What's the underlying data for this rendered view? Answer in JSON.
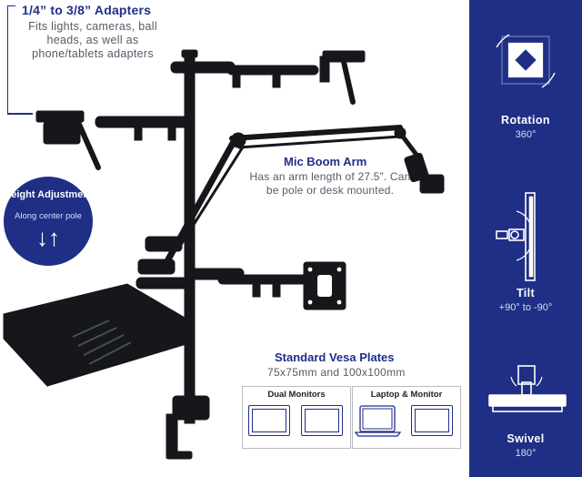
{
  "adapters": {
    "title": "1/4” to 3/8” Adapters",
    "desc": "Fits lights, cameras, ball heads, as well as phone/tablets adapters"
  },
  "height": {
    "title": "Height Adjustment",
    "sub": "Along center pole",
    "arrows": "↓↑"
  },
  "mic_arm": {
    "title": "Mic Boom Arm",
    "desc": "Has an arm length of 27.5”. Can be pole or desk mounted."
  },
  "vesa": {
    "title": "Standard Vesa Plates",
    "sub": "75x75mm and 100x100mm",
    "boxes": [
      {
        "label": "Dual Monitors"
      },
      {
        "label": "Laptop & Monitor"
      }
    ]
  },
  "features": [
    {
      "label": "Rotation",
      "value": "360°",
      "icon": "rotation-icon"
    },
    {
      "label": "Tilt",
      "value": "+90° to -90°",
      "icon": "tilt-icon"
    },
    {
      "label": "Swivel",
      "value": "180°",
      "icon": "swivel-icon"
    }
  ],
  "colors": {
    "brand": "#1f2f86",
    "mount": "#15171b"
  }
}
